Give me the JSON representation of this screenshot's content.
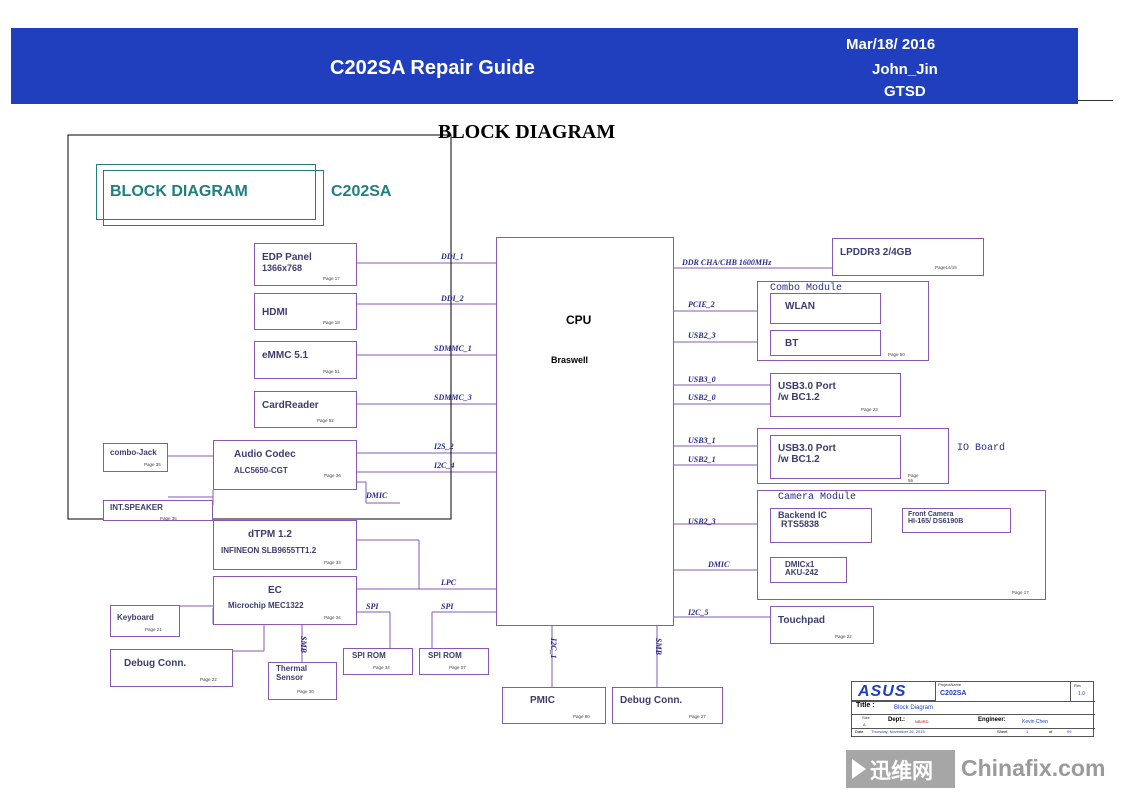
{
  "header": {
    "title": "C202SA Repair Guide",
    "date": "Mar/18/ 2016",
    "author": "John_Jin",
    "dept": "GTSD",
    "bg_color": "#1f3fbf"
  },
  "page_heading": "BLOCK DIAGRAM",
  "inset": {
    "label": "BLOCK DIAGRAM",
    "model": "C202SA",
    "color": "#1f7f7f"
  },
  "blocks": {
    "edp": {
      "title": "EDP Panel",
      "sub": "1366x768",
      "page": "Page 17"
    },
    "hdmi": {
      "title": "HDMI",
      "page": "Page 18"
    },
    "emmc": {
      "title": "eMMC 5.1",
      "page": "Page 51"
    },
    "cardreader": {
      "title": "CardReader",
      "page": "Page 52"
    },
    "audio": {
      "title": "Audio Codec",
      "sub": "ALC5650-CGT",
      "page": "Page 36"
    },
    "combojack": {
      "title": "combo-Jack",
      "page": "Page 35"
    },
    "speaker": {
      "title": "INT.SPEAKER",
      "page": "Page 35"
    },
    "dtpm": {
      "title": "dTPM 1.2",
      "sub": "INFINEON SLB9655TT1.2",
      "page": "Page 33"
    },
    "ec": {
      "title": "EC",
      "sub": "Microchip MEC1322",
      "page": "Page 34"
    },
    "keyboard": {
      "title": "Keyboard",
      "page": "Page 21"
    },
    "debug_left": {
      "title": "Debug Conn.",
      "page": "Page 22"
    },
    "thermal": {
      "title": "Thermal",
      "sub": "Sensor",
      "page": "Page 30"
    },
    "spirom1": {
      "title": "SPI ROM",
      "page": "Page 34"
    },
    "spirom2": {
      "title": "SPI ROM",
      "page": "Page 07"
    },
    "cpu": {
      "title": "CPU",
      "sub": "Braswell"
    },
    "pmic": {
      "title": "PMIC",
      "page": "Page 80"
    },
    "debug_bottom": {
      "title": "Debug Conn.",
      "page": "Page 27"
    },
    "lpddr": {
      "title": "LPDDR3 2/4GB",
      "page": "Page14/15"
    },
    "combo": {
      "title": "Combo Module",
      "wlan": "WLAN",
      "bt": "BT",
      "page": "Page 50"
    },
    "usb30_1": {
      "title": "USB3.0 Port",
      "sub": "/w BC1.2",
      "page": "Page 23"
    },
    "usb30_2": {
      "title": "USB3.0 Port",
      "sub": "/w BC1.2",
      "page": "Page 56"
    },
    "ioboard": {
      "title": "IO Board"
    },
    "camera": {
      "title": "Camera Module",
      "backend": "Backend IC",
      "backend_sub": "RTS5838",
      "front": "Front Camera",
      "front_sub": "HI-165/ DS6190B",
      "dmic": "DMICx1",
      "dmic_sub": "AKU-242",
      "page": "Page 17"
    },
    "touchpad": {
      "title": "Touchpad",
      "page": "Page 22"
    }
  },
  "buses": {
    "ddi1": "DDI_1",
    "ddi2": "DDI_2",
    "sdmmc1": "SDMMC_1",
    "sdmmc3": "SDMMC_3",
    "i2s2": "I2S_2",
    "i2c4": "I2C_4",
    "dmic_left": "DMIC",
    "lpc": "LPC",
    "spi1": "SPI",
    "spi2": "SPI",
    "smb": "SMB",
    "i2c_pmic": "I2C_1",
    "smb2": "SMB",
    "ddr": "DDR CHA/CHB 1600MHz",
    "pcie2": "PCIE_2",
    "usb23": "USB2_3",
    "usb30a": "USB3_0",
    "usb20a": "USB2_0",
    "usb31": "USB3_1",
    "usb21": "USB2_1",
    "usb23b": "USB2_3",
    "dmic_right": "DMIC",
    "i2c5": "I2C_5"
  },
  "titleblock": {
    "logo": "ASUS",
    "project_label": "ProjectName",
    "project": "C202SA",
    "rev_label": "Rev",
    "rev": "1.0",
    "title_label": "Title :",
    "title": "Block Diagram",
    "size_label": "Size",
    "size": "A",
    "dept_label": "Dept.:",
    "dept": "NB4RD",
    "engineer_label": "Engineer:",
    "engineer": "Kevin Chen",
    "date_label": "Date",
    "date": "Thursday, November 26, 2015",
    "sheet_label": "Sheet",
    "sheet": "1",
    "of_label": "of",
    "total": "99"
  },
  "watermark": {
    "cn": "迅维网",
    "site": "Chinafix.com"
  }
}
